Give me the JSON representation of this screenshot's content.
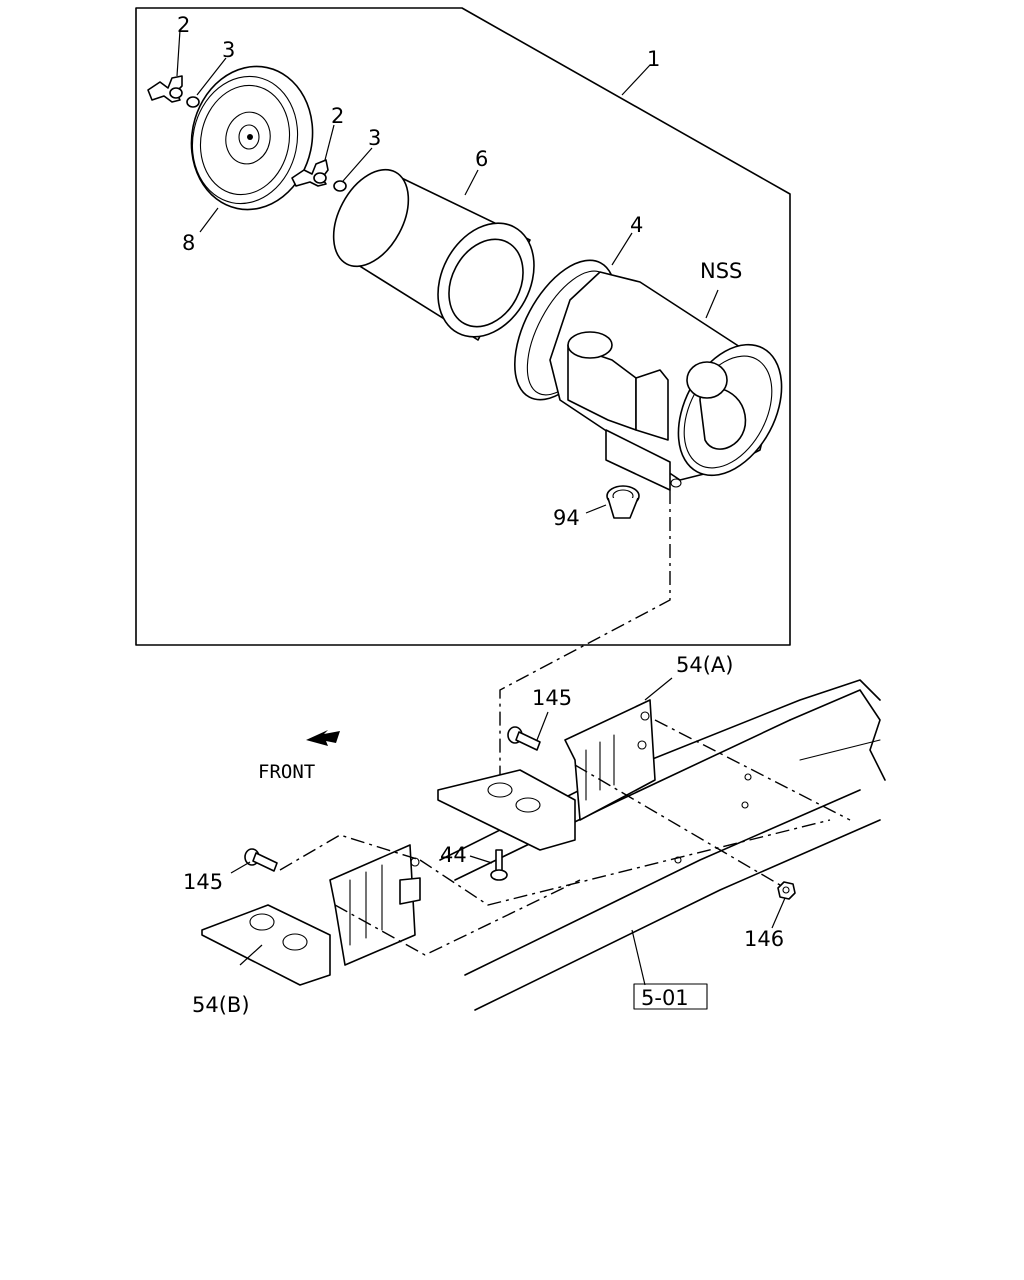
{
  "callouts": {
    "c1": "1",
    "c2a": "2",
    "c3a": "3",
    "c2b": "2",
    "c3b": "3",
    "c6": "6",
    "c4": "4",
    "c8": "8",
    "nss": "NSS",
    "c94": "94",
    "c54a": "54(A)",
    "c145a": "145",
    "front": "FRONT",
    "c44": "44",
    "c145b": "145",
    "c146": "146",
    "c54b": "54(B)",
    "ref": "5-01"
  },
  "icons": {
    "front_arrow": "front-arrow-icon"
  }
}
